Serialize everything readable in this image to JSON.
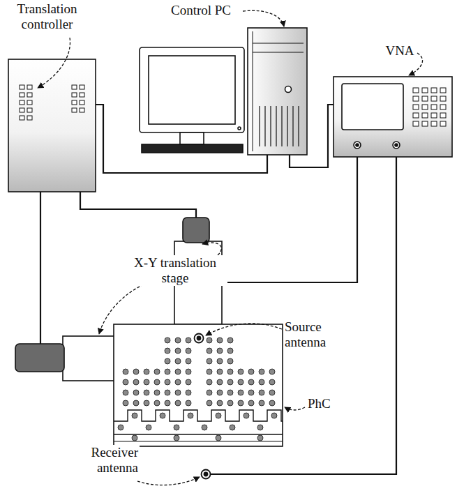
{
  "diagram": {
    "labels": [
      "Translation controller",
      "Control PC",
      "VNA",
      "X-Y translation stage",
      "Source antenna",
      "PhC",
      "Receiver antenna"
    ]
  }
}
